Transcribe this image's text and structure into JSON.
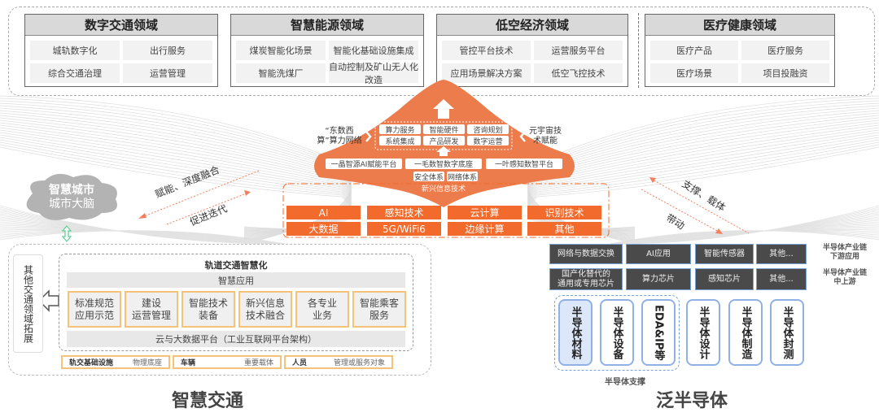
{
  "domains": [
    {
      "title": "数字交通领域",
      "items": [
        "城轨数字化",
        "出行服务",
        "综合交通治理",
        "运营管理"
      ]
    },
    {
      "title": "智慧能源领域",
      "items": [
        "煤炭智能化场景",
        "智能化基础设施集成",
        "智能洗煤厂",
        "自动控制及矿山无人化改造"
      ]
    },
    {
      "title": "低空经济领域",
      "items": [
        "管控平台技术",
        "运营服务平台",
        "应用场景解决方案",
        "低空飞控技术"
      ]
    },
    {
      "title": "医疗健康领域",
      "items": [
        "医疗产品",
        "医疗服务",
        "医疗场景",
        "项目投融资"
      ]
    }
  ],
  "core": {
    "services": [
      "算力服务",
      "智能硬件",
      "咨询规划",
      "系统集成",
      "产品研发",
      "数字运营"
    ],
    "platforms": [
      "一晶智源AI赋能平台",
      "一毛数智数字底座",
      "一叶感知数智平台"
    ],
    "systems": [
      "安全体系",
      "网络体系"
    ],
    "emerging_label": "新兴信息技术",
    "left_label": "“东数西算”算力网络",
    "right_label": "元宇宙技术赋能",
    "techs": [
      "AI",
      "感知技术",
      "云计算",
      "识别技术",
      "大数据",
      "5G/WiFi6",
      "边缘计算",
      "其他"
    ],
    "accent": "#f26b2c"
  },
  "city": {
    "line1": "智慧城市",
    "line2": "城市大脑"
  },
  "flows": {
    "left_top": "赋能、深度融合",
    "left_bottom": "促进迭代",
    "right_top": "支撑、载体",
    "right_bottom": "带动"
  },
  "traffic": {
    "title": "智慧交通",
    "expand": "其他交通领域拓展",
    "rail_title": "轨道交通智慧化",
    "app_bar": "智慧应用",
    "apps": [
      "标准规范\n应用示范",
      "建设\n运营管理",
      "智能技术\n装备",
      "新兴信息\n技术融合",
      "各专业\n业务",
      "智能乘客\n服务"
    ],
    "platform_bar": "云与大数据平台（工业互联网平台架构）",
    "bases": [
      {
        "name": "轨交基础设施",
        "desc": "物理底座"
      },
      {
        "name": "车辆",
        "desc": "重要载体"
      },
      {
        "name": "人员",
        "desc": "管理或服务对象"
      }
    ]
  },
  "semi": {
    "title": "泛半导体",
    "row1": [
      "网络与数据交换",
      "AI应用",
      "智能传感器",
      "其他..."
    ],
    "row2": [
      "国产化替代的\n通用或专用芯片",
      "算力芯片",
      "感知芯片",
      "其他..."
    ],
    "row1_label": "半导体产业链\n下游应用",
    "row2_label": "半导体产业链\n中上游",
    "chain": [
      "半导体材料",
      "半导体设备",
      "EDA&IP等",
      "半导体设计",
      "半导体制造",
      "半导体封测"
    ],
    "support_label": "半导体支撑"
  }
}
